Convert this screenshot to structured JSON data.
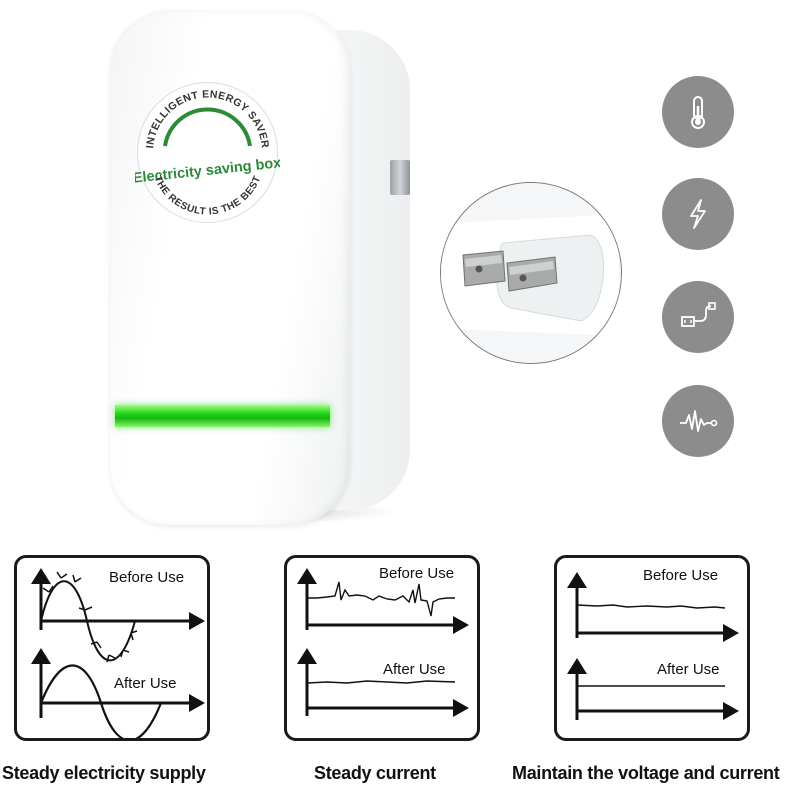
{
  "product": {
    "seal_top_text": "INTELLIGENT ENERGY SAVER",
    "seal_center_text": "Electricity saving box",
    "seal_bottom_text": "THE RESULT IS THE BEST",
    "seal_color": "#2d8a3a",
    "led_color": "#21d41a"
  },
  "icons": [
    {
      "name": "thermometer-icon"
    },
    {
      "name": "lightning-icon"
    },
    {
      "name": "usb-plug-icon"
    },
    {
      "name": "waveform-icon"
    }
  ],
  "panels": [
    {
      "before_label": "Before Use",
      "after_label": "After Use",
      "caption": "Steady electricity supply"
    },
    {
      "before_label": "Before Use",
      "after_label": "After Use",
      "caption": "Steady current"
    },
    {
      "before_label": "Before Use",
      "after_label": "After Use",
      "caption": "Maintain the voltage and current"
    }
  ]
}
